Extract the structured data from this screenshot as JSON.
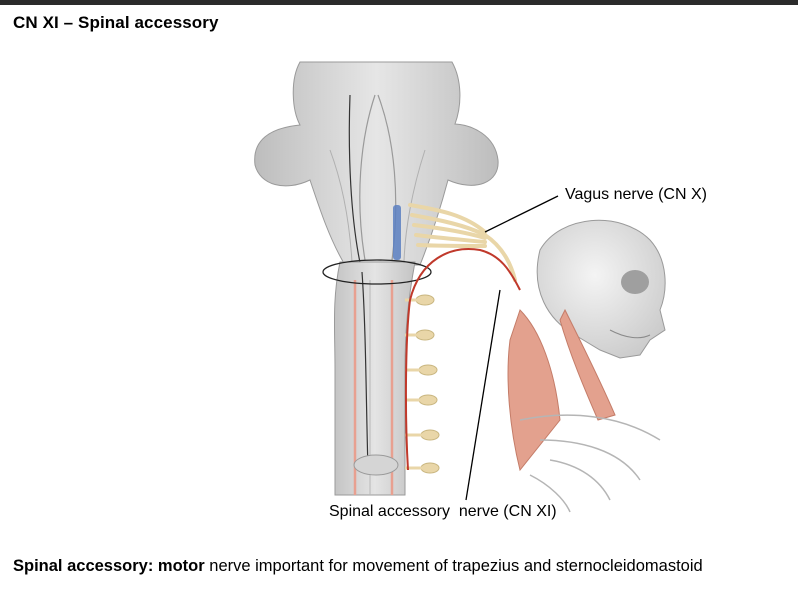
{
  "slide": {
    "title": "CN XI – Spinal accessory"
  },
  "figure": {
    "labels": {
      "vagus": "Vagus nerve (CN X)",
      "spinal": "Spinal accessory  nerve (CN XI)"
    },
    "colors": {
      "tissue": "#d9d9d9",
      "tissue_dark": "#a9a9a9",
      "nerve_root": "#e9d6a8",
      "nerve_red": "#c0392b",
      "muscle": "#e3a18e",
      "vessel_blue": "#5b7fc1",
      "bone": "#ececec"
    }
  },
  "caption": {
    "term": "Spinal accessory:",
    "emphasis": "motor",
    "rest": "nerve important for movement of trapezius and sternocleidomastoid"
  }
}
